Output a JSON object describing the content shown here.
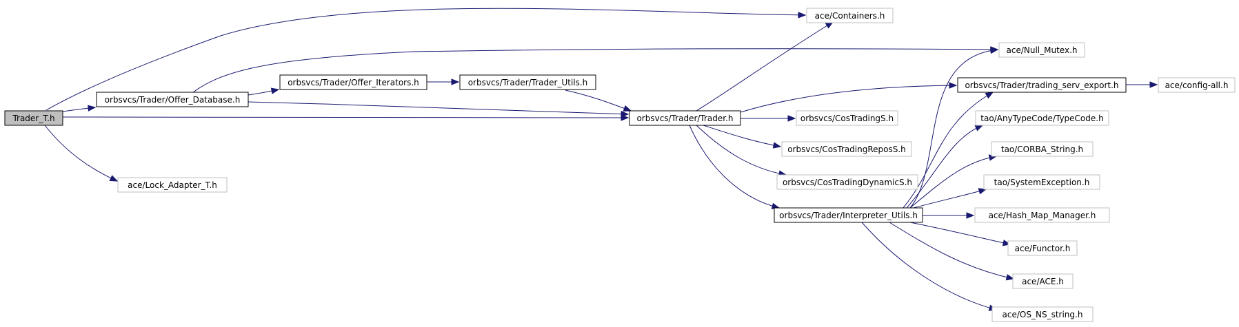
{
  "colors": {
    "edge": "#191970",
    "root_fill": "#bfbfbf",
    "box_border_dark": "#000000",
    "box_border_light": "#bfbfbf"
  },
  "nodes": [
    {
      "id": "trader_t",
      "label": "Trader_T.h",
      "style": "root"
    },
    {
      "id": "offer_database",
      "label": "orbsvcs/Trader/Offer_Database.h",
      "style": "dark"
    },
    {
      "id": "lock_adapter",
      "label": "ace/Lock_Adapter_T.h",
      "style": "light"
    },
    {
      "id": "offer_iterators",
      "label": "orbsvcs/Trader/Offer_Iterators.h",
      "style": "dark"
    },
    {
      "id": "trader_utils",
      "label": "orbsvcs/Trader/Trader_Utils.h",
      "style": "dark"
    },
    {
      "id": "trader",
      "label": "orbsvcs/Trader/Trader.h",
      "style": "dark"
    },
    {
      "id": "containers",
      "label": "ace/Containers.h",
      "style": "light"
    },
    {
      "id": "null_mutex",
      "label": "ace/Null_Mutex.h",
      "style": "light"
    },
    {
      "id": "trading_serv_export",
      "label": "orbsvcs/Trader/trading_serv_export.h",
      "style": "dark"
    },
    {
      "id": "config_all",
      "label": "ace/config-all.h",
      "style": "light"
    },
    {
      "id": "costradings",
      "label": "orbsvcs/CosTradingS.h",
      "style": "light"
    },
    {
      "id": "costradingrepos",
      "label": "orbsvcs/CosTradingReposS.h",
      "style": "light"
    },
    {
      "id": "costradingdynamic",
      "label": "orbsvcs/CosTradingDynamicS.h",
      "style": "light"
    },
    {
      "id": "interpreter_utils",
      "label": "orbsvcs/Trader/Interpreter_Utils.h",
      "style": "dark"
    },
    {
      "id": "typecode",
      "label": "tao/AnyTypeCode/TypeCode.h",
      "style": "light"
    },
    {
      "id": "corba_string",
      "label": "tao/CORBA_String.h",
      "style": "light"
    },
    {
      "id": "system_exception",
      "label": "tao/SystemException.h",
      "style": "light"
    },
    {
      "id": "hash_map_manager",
      "label": "ace/Hash_Map_Manager.h",
      "style": "light"
    },
    {
      "id": "functor",
      "label": "ace/Functor.h",
      "style": "light"
    },
    {
      "id": "ace_h",
      "label": "ace/ACE.h",
      "style": "light"
    },
    {
      "id": "os_ns_string",
      "label": "ace/OS_NS_string.h",
      "style": "light"
    }
  ],
  "edges": [
    {
      "from": "trader_t",
      "to": "containers"
    },
    {
      "from": "trader_t",
      "to": "offer_database"
    },
    {
      "from": "trader_t",
      "to": "trader"
    },
    {
      "from": "trader_t",
      "to": "lock_adapter"
    },
    {
      "from": "offer_database",
      "to": "null_mutex"
    },
    {
      "from": "offer_database",
      "to": "offer_iterators"
    },
    {
      "from": "offer_database",
      "to": "trader"
    },
    {
      "from": "offer_iterators",
      "to": "trader_utils"
    },
    {
      "from": "trader_utils",
      "to": "trader"
    },
    {
      "from": "trader",
      "to": "containers"
    },
    {
      "from": "trader",
      "to": "trading_serv_export"
    },
    {
      "from": "trader",
      "to": "costradings"
    },
    {
      "from": "trader",
      "to": "costradingrepos"
    },
    {
      "from": "trader",
      "to": "costradingdynamic"
    },
    {
      "from": "trader",
      "to": "interpreter_utils"
    },
    {
      "from": "trading_serv_export",
      "to": "config_all"
    },
    {
      "from": "interpreter_utils",
      "to": "null_mutex"
    },
    {
      "from": "interpreter_utils",
      "to": "trading_serv_export"
    },
    {
      "from": "interpreter_utils",
      "to": "typecode"
    },
    {
      "from": "interpreter_utils",
      "to": "corba_string"
    },
    {
      "from": "interpreter_utils",
      "to": "system_exception"
    },
    {
      "from": "interpreter_utils",
      "to": "hash_map_manager"
    },
    {
      "from": "interpreter_utils",
      "to": "functor"
    },
    {
      "from": "interpreter_utils",
      "to": "ace_h"
    },
    {
      "from": "interpreter_utils",
      "to": "os_ns_string"
    }
  ]
}
